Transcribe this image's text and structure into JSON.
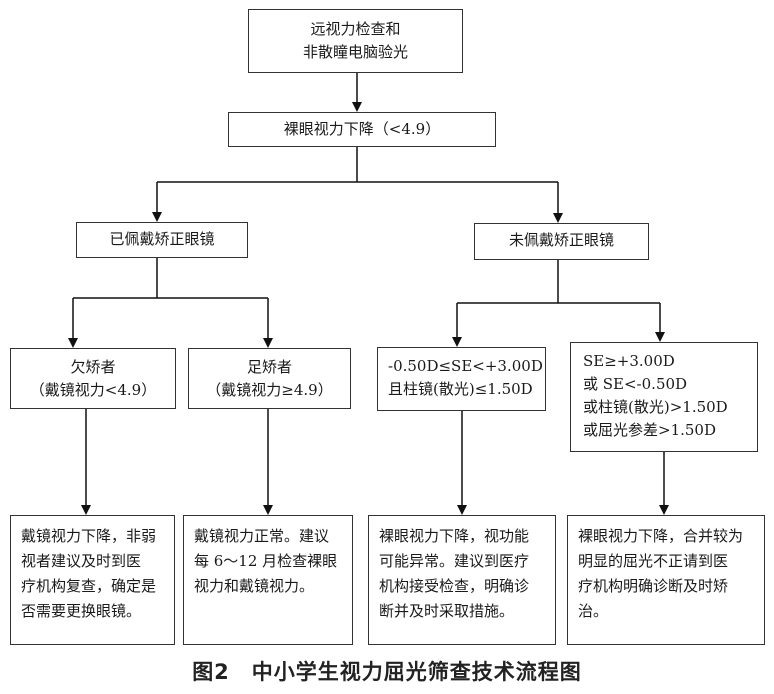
{
  "nodes": {
    "top": [
      "远视力检查和",
      "非散瞳电脑验光"
    ],
    "uncorrected_vision": [
      "裸眼视力下降（<4.9）"
    ],
    "wearing_glasses": [
      "已佩戴矫正眼镜"
    ],
    "not_wearing_glasses": [
      "未佩戴矫正眼镜"
    ],
    "under_corrected": [
      "欠矫者",
      "（戴镜视力<4.9）"
    ],
    "adequately_corrected": [
      "足矫者",
      "（戴镜视力≥4.9）"
    ],
    "low_refraction": [
      "-0.50D≤SE<+3.00D",
      "且柱镜(散光)≤1.50D"
    ],
    "high_refraction": [
      "SE≥+3.00D",
      "或 SE<-0.50D",
      "或柱镜(散光)>1.50D",
      "或屈光参差>1.50D"
    ],
    "advice_under": [
      "戴镜视力下降，非弱",
      "视者建议及时到医",
      "疗机构复查，确定是",
      "否需要更换眼镜。"
    ],
    "advice_adequate": [
      "戴镜视力正常。建议",
      "每 6～12 月检查裸眼",
      "视力和戴镜视力。"
    ],
    "advice_low": [
      "裸眼视力下降，视功能",
      "可能异常。建议到医疗",
      "机构接受检查，明确诊",
      "断并及时采取措施。"
    ],
    "advice_high": [
      "裸眼视力下降，合并较为",
      "明显的屈光不正请到医",
      "疗机构明确诊断及时矫",
      "治。"
    ]
  },
  "caption": "图2　中小学生视力屈光筛查技术流程图"
}
